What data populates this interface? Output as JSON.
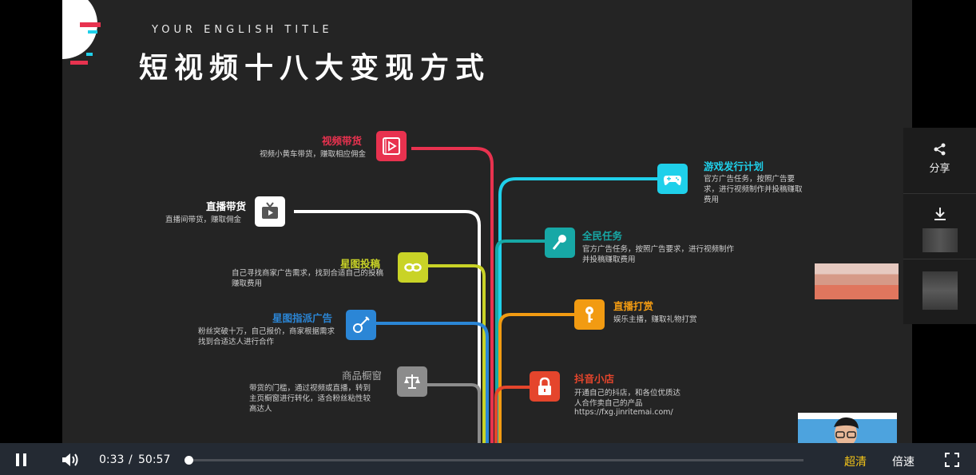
{
  "slide": {
    "subtitle": "YOUR ENGLISH TITLE",
    "title": "短视频十八大变现方式",
    "left_nodes": [
      {
        "label": "视频带货",
        "desc": "视频小黄车带货，赚取相应佣金",
        "color": "#e8324f",
        "icon": "video-film-icon"
      },
      {
        "label": "直播带货",
        "desc": "直播间带货，赚取佣金",
        "color": "#ffffff",
        "icon": "tv-icon"
      },
      {
        "label": "星图投稿",
        "desc": "自己寻找商家广告需求，找到合适自己的投稿赚取费用",
        "color": "#c9d327",
        "icon": "infinity-icon"
      },
      {
        "label": "星图指派广告",
        "desc": "粉丝突破十万，自己报价，商家根据需求找到合适达人进行合作",
        "color": "#2b86d6",
        "icon": "guitar-icon"
      },
      {
        "label": "商品橱窗",
        "desc": "带货的门槛，通过视频或直播，转到主页橱窗进行转化，适合粉丝粘性较高达人",
        "color": "#8c8c8c",
        "icon": "scales-icon"
      }
    ],
    "right_nodes": [
      {
        "label": "游戏发行计划",
        "desc": "官方广告任务，按照广告要求，进行视频制作并投稿赚取费用",
        "color": "#1fd0ea",
        "icon": "gamepad-icon"
      },
      {
        "label": "全民任务",
        "desc": "官方广告任务，按照广告要求，进行视频制作并投稿赚取费用",
        "color": "#17a8a6",
        "icon": "microphone-icon"
      },
      {
        "label": "直播打赏",
        "desc": "娱乐主播，赚取礼物打赏",
        "color": "#f29b12",
        "icon": "key-icon"
      },
      {
        "label": "抖音小店",
        "desc": "开通自己的抖店，和各位优质达人合作卖自己的产品",
        "url": "https://fxg.jinritemai.com/",
        "color": "#e5452c",
        "icon": "lock-icon"
      }
    ]
  },
  "side_panel": {
    "share_label": "分享"
  },
  "player": {
    "current_time": "0:33",
    "separator": "/",
    "duration": "50:57",
    "progress_fraction": 0.011,
    "quality_label": "超清",
    "speed_label": "倍速",
    "quality_color": "#f5c518"
  }
}
